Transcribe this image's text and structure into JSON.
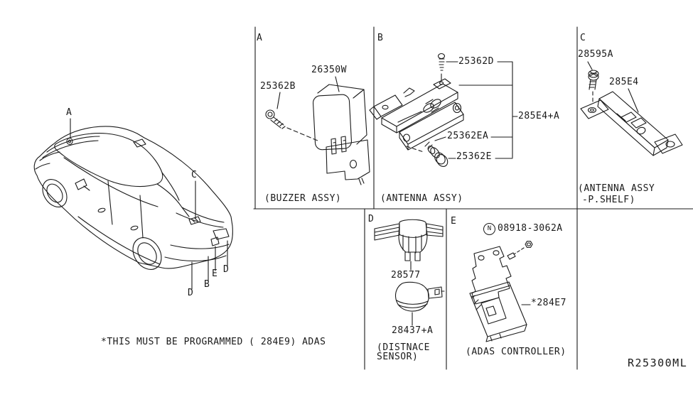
{
  "colors": {
    "ink": "#1a1a1a",
    "paper": "#ffffff"
  },
  "footer": {
    "note": "*THIS MUST BE PROGRAMMED ( 284E9) ADAS",
    "ref": "R25300ML"
  },
  "car": {
    "callouts": [
      "A",
      "C",
      "D",
      "B",
      "E",
      "D"
    ]
  },
  "sections": {
    "a": {
      "letter": "A",
      "caption": "(BUZZER ASSY)",
      "parts": {
        "screw": "25362B",
        "buzzer": "26350W"
      }
    },
    "b": {
      "letter": "B",
      "caption": "(ANTENNA ASSY)",
      "parts": {
        "screw": "25362D",
        "assembly": "285E4+A",
        "grommet": "25362EA",
        "cap": "25362E"
      }
    },
    "c": {
      "letter": "C",
      "caption_line1": "(ANTENNA ASSY",
      "caption_line2": "-P.SHELF)",
      "parts": {
        "screw": "28595A",
        "antenna": "285E4"
      }
    },
    "d": {
      "letter": "D",
      "caption_line1": "(DISTNACE",
      "caption_line2": "SENSOR)",
      "parts": {
        "bracket_sensor": "28577",
        "sensor": "28437+A"
      }
    },
    "e": {
      "letter": "E",
      "caption": "(ADAS CONTROLLER)",
      "parts": {
        "nut_symbol": "N",
        "nut": "08918-3062A",
        "controller": "*284E7"
      }
    }
  }
}
